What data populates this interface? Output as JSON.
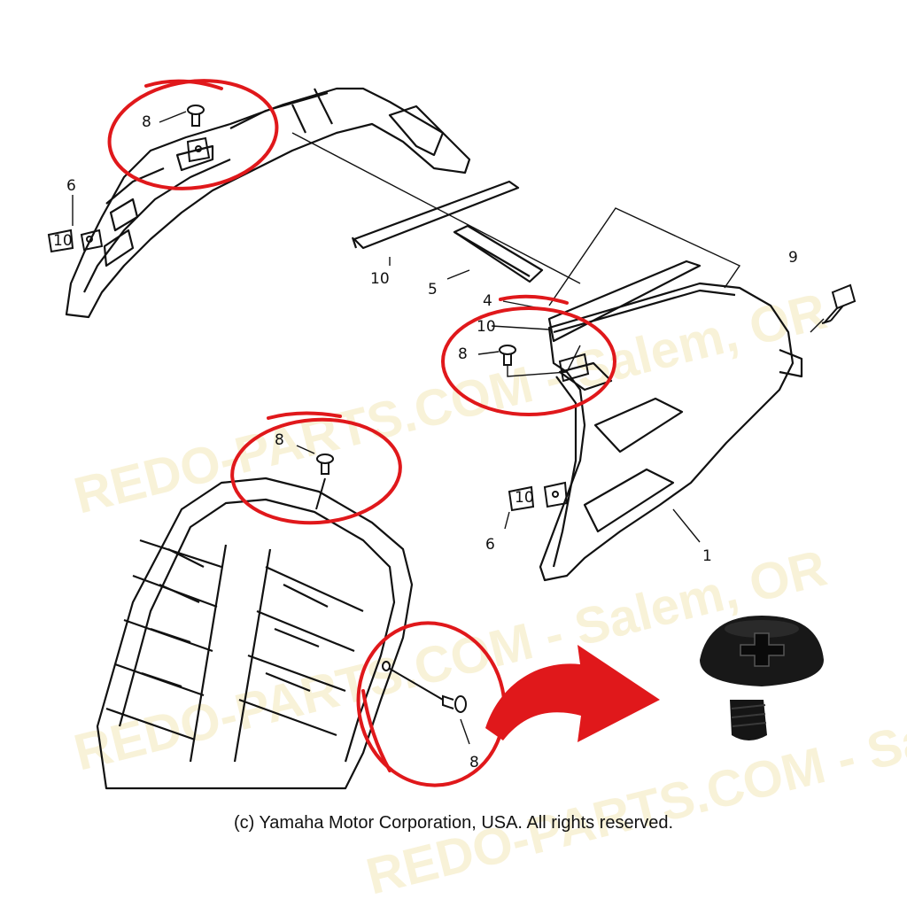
{
  "watermark": {
    "line_1": "REDO-PARTS.COM - Salem, OR",
    "line_2": "REDO-PARTS.COM - Salem, OR",
    "line_3": "REDO-PARTS.COM - Salem, OR"
  },
  "callouts": {
    "c8_top": "8",
    "c6_left": "6",
    "c10_rail": "10",
    "c5_strip": "5",
    "c4": "4",
    "c10_cover": "10",
    "c8_cover": "8",
    "c9": "9",
    "c8_grille_top": "8",
    "c6_bottom": "6",
    "c1": "1",
    "c8_grille_side": "8"
  },
  "nut_labels": {
    "left": "10",
    "bottom": "10"
  },
  "highlight_color": "#e0181b",
  "copyright": "(c) Yamaha Motor Corporation, USA. All rights reserved."
}
